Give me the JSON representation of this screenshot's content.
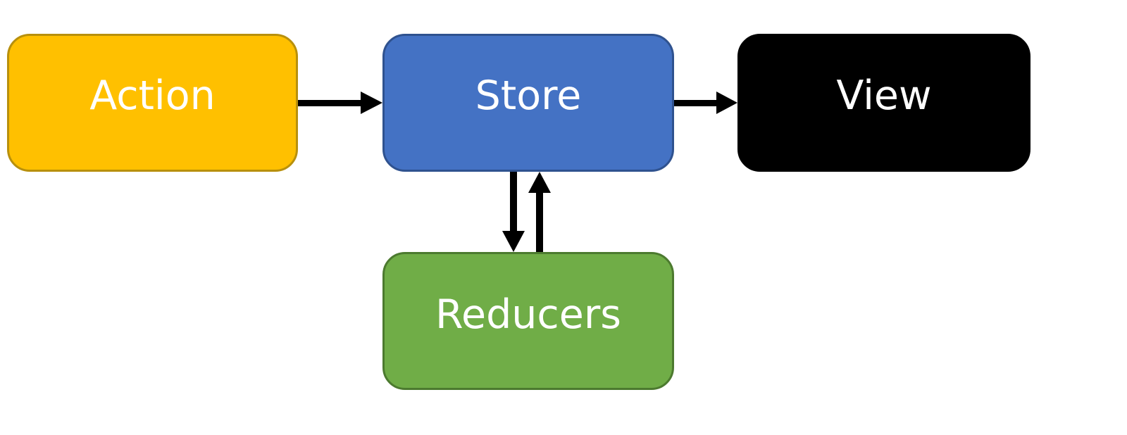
{
  "diagram": {
    "nodes": {
      "action": {
        "label": "Action",
        "fill": "#FFC000"
      },
      "store": {
        "label": "Store",
        "fill": "#4472C4"
      },
      "view": {
        "label": "View",
        "fill": "#000000"
      },
      "reducers": {
        "label": "Reducers",
        "fill": "#70AD47"
      }
    },
    "edges": [
      {
        "from": "action",
        "to": "store"
      },
      {
        "from": "store",
        "to": "view"
      },
      {
        "from": "store",
        "to": "reducers"
      },
      {
        "from": "reducers",
        "to": "store"
      }
    ],
    "edge_color": "#000000"
  }
}
